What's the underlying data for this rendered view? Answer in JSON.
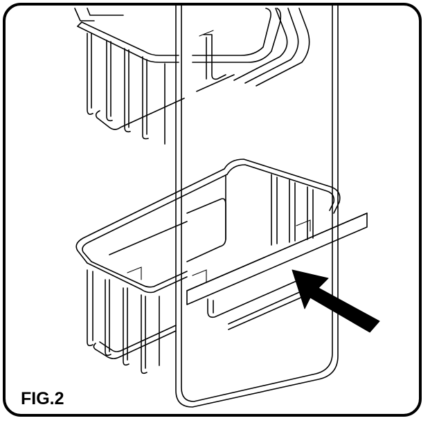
{
  "figure": {
    "label": "FIG.2"
  },
  "colors": {
    "line": "#000000",
    "background": "#ffffff"
  },
  "parts": {
    "upper_basket": "wire-basket",
    "lower_basket": "wire-basket",
    "frame": "hanging-frame",
    "bar": "towel-bar",
    "pointer": "arrow-icon"
  }
}
